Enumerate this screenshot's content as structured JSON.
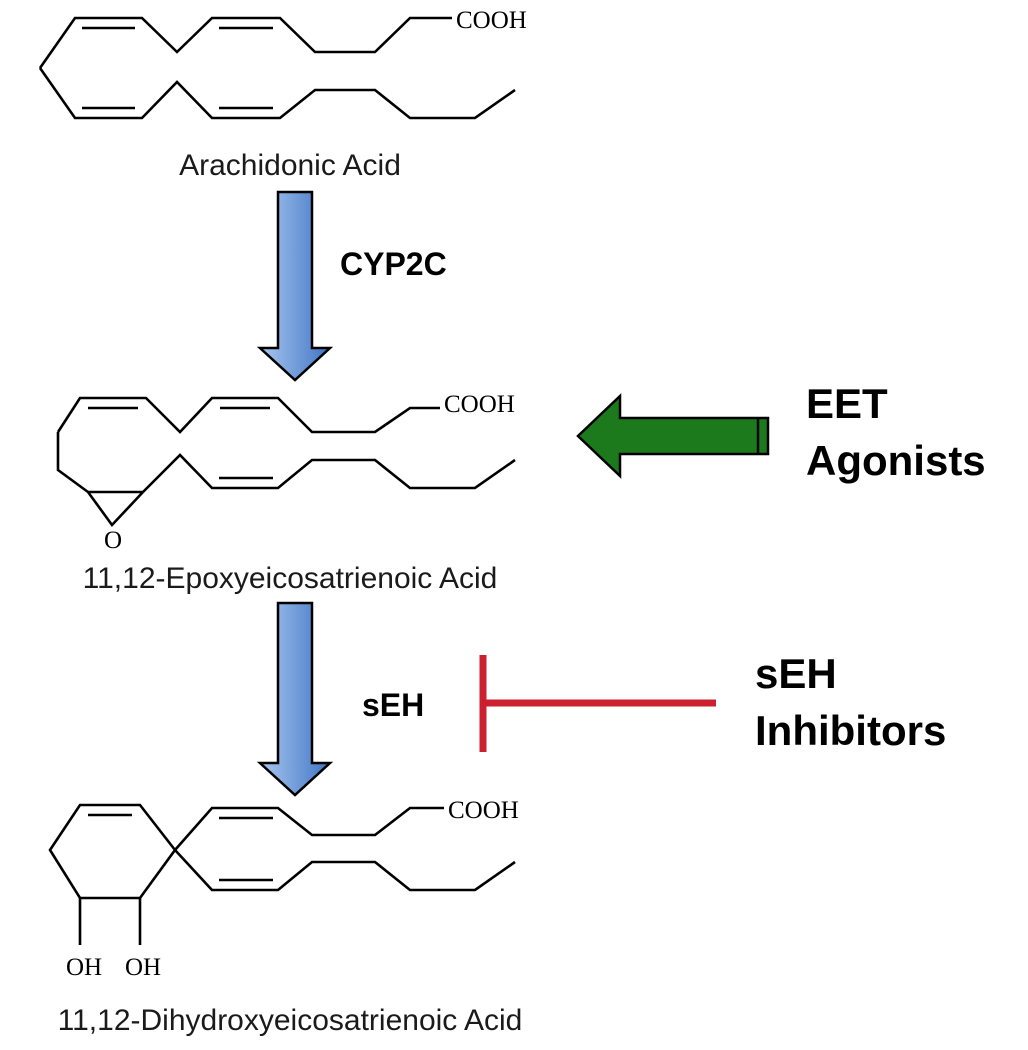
{
  "colors": {
    "pathway_arrow_light": "#a9c7f0",
    "pathway_arrow_dark": "#3f75c4",
    "agonist_arrow": "#1c7a1c",
    "inhibition_bar": "#cc1f2f"
  },
  "compounds": [
    {
      "name": "Arachidonic Acid",
      "group_label": "COOH"
    },
    {
      "name": "11,12-Epoxyeicosatrienoic Acid",
      "group_label": "COOH",
      "epoxide_label": "O"
    },
    {
      "name": "11,12-Dihydroxyeicosatrienoic Acid",
      "group_label": "COOH",
      "hydroxyl_labels": [
        "OH",
        "OH"
      ]
    }
  ],
  "enzymes": {
    "step1": "CYP2C",
    "step2": "sEH"
  },
  "modulators": {
    "agonists": {
      "line1": "EET",
      "line2": "Agonists"
    },
    "inhibitors": {
      "line1": "sEH",
      "line2": "Inhibitors"
    }
  }
}
